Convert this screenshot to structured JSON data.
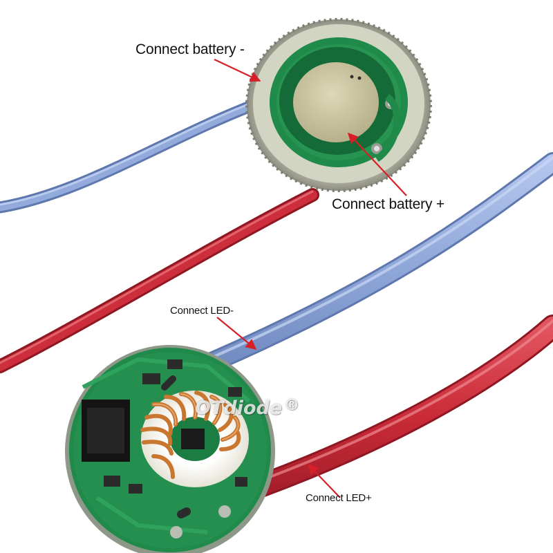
{
  "labels": {
    "battery_negative": "Connect battery -",
    "battery_positive": "Connect battery +",
    "led_negative": "Connect LED-",
    "led_positive": "Connect LED+"
  },
  "watermark": {
    "text": "OTdiode",
    "symbol": "®"
  },
  "colors": {
    "annotation_arrow": "#d61f26",
    "wire_negative": "#8ea6d8",
    "wire_positive": "#c92a37",
    "pcb_green": "#1f8a4a",
    "pad_gold": "#c9c39c",
    "copper_coil": "#c9772f"
  }
}
